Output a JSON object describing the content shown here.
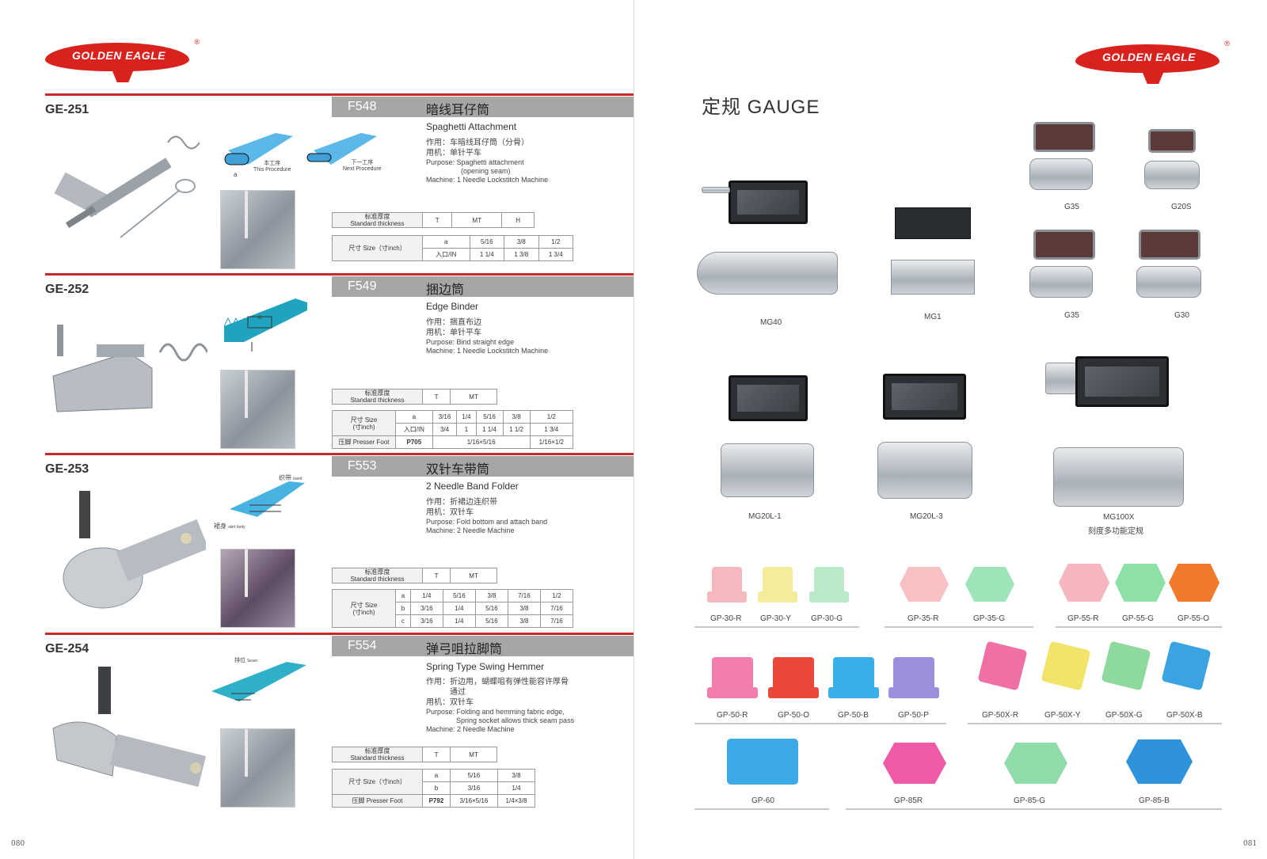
{
  "brand": {
    "name": "GOLDEN EAGLE",
    "reg": "®",
    "color": "#d9221e"
  },
  "left_page": {
    "page_number": "080",
    "sections": [
      {
        "code": "GE-251",
        "fno": "F548",
        "cn_name": "暗线耳仔筒",
        "en_name": "Spaghetti Attachment",
        "lines": [
          "作用：车暗线耳仔筒（分骨）",
          "用机：单针平车"
        ],
        "purpose": "Purpose: Spaghetti attachment",
        "purpose2": "(opening seam)",
        "machine": "Machine: 1 Needle Lockstitch Machine",
        "diag_label1_cn": "本工序",
        "diag_label1_en": "This Procedure",
        "diag_label2_cn": "下一工序",
        "diag_label2_en": "Next Procedure",
        "diag_a": "a",
        "thick_label_cn": "标准厚度",
        "thick_label_en": "Standard thickness",
        "thick_cols": [
          "T",
          "MT",
          "H"
        ],
        "size_label": "尺寸 Size（寸inch）",
        "size_rows": [
          {
            "k": "a",
            "v": [
              "5/16",
              "3/8",
              "1/2"
            ]
          },
          {
            "k": "入口/IN",
            "v": [
              "1 1/4",
              "1 3/8",
              "1 3/4"
            ]
          }
        ]
      },
      {
        "code": "GE-252",
        "fno": "F549",
        "cn_name": "捆边筒",
        "en_name": "Edge Binder",
        "lines": [
          "作用：捆直布边",
          "用机：单针平车"
        ],
        "purpose": "Purpose: Bind straight edge",
        "machine": "Machine: 1 Needle Lockstitch Machine",
        "diag_a": "a",
        "thick_label_cn": "标准厚度",
        "thick_label_en": "Standard thickness",
        "thick_cols": [
          "T",
          "MT"
        ],
        "size_label_cn": "尺寸 Size",
        "size_label_en": "(寸inch)",
        "size_rows": [
          {
            "k": "a",
            "v": [
              "3/16",
              "1/4",
              "5/16",
              "3/8",
              "1/2"
            ]
          },
          {
            "k": "入口/IN",
            "v": [
              "3/4",
              "1",
              "1 1/4",
              "1 1/2",
              "1 3/4"
            ]
          }
        ],
        "foot_label": "压脚 Presser Foot",
        "foot_code": "P705",
        "foot_v1": "1/16×5/16",
        "foot_v2": "1/16×1/2"
      },
      {
        "code": "GE-253",
        "fno": "F553",
        "cn_name": "双针车带筒",
        "en_name": "2 Needle Band Folder",
        "lines": [
          "作用：折裙边连织带",
          "用机：双针车"
        ],
        "purpose": "Purpose: Fold bottom and attach band",
        "machine": "Machine: 2 Needle Machine",
        "diag_label1_cn": "织带",
        "diag_label1_en": "band",
        "diag_label2_cn": "裙身",
        "diag_label2_en": "skirt body",
        "thick_label_cn": "标准厚度",
        "thick_label_en": "Standard thickness",
        "thick_cols": [
          "T",
          "MT"
        ],
        "size_label_cn": "尺寸 Size",
        "size_label_en": "(寸inch)",
        "size_rows": [
          {
            "k": "a",
            "v": [
              "1/4",
              "5/16",
              "3/8",
              "7/16",
              "1/2"
            ]
          },
          {
            "k": "b",
            "v": [
              "3/16",
              "1/4",
              "5/16",
              "3/8",
              "7/16"
            ]
          },
          {
            "k": "c",
            "v": [
              "3/16",
              "1/4",
              "5/16",
              "3/8",
              "7/16"
            ]
          }
        ]
      },
      {
        "code": "GE-254",
        "fno": "F554",
        "cn_name": "弹弓咀拉脚筒",
        "en_name": "Spring Type Swing Hemmer",
        "lines": [
          "作用：折边用，蝴蝶咀有弹性能容许厚骨",
          "通过",
          "用机：双针车"
        ],
        "purpose": "Purpose: Folding and hemming fabric edge,",
        "purpose2": "Spring socket allows thick seam pass",
        "machine": "Machine: 2 Needle Machine",
        "diag_label1_cn": "排位",
        "diag_label1_en": "Seam",
        "thick_label_cn": "标准厚度",
        "thick_label_en": "Standard thickness",
        "thick_cols": [
          "T",
          "MT"
        ],
        "size_label": "尺寸 Size（寸inch）",
        "size_rows": [
          {
            "k": "a",
            "v": [
              "5/16",
              "3/8"
            ]
          },
          {
            "k": "b",
            "v": [
              "3/16",
              "1/4"
            ]
          }
        ],
        "foot_label": "压脚 Presser Foot",
        "foot_code": "P792",
        "foot_v1": "3/16×5/16",
        "foot_v2": "1/4×3/8"
      }
    ]
  },
  "right_page": {
    "page_number": "081",
    "title": "定规 GAUGE",
    "gauges": {
      "mg40": "MG40",
      "mg1": "MG1",
      "g35a": "G35",
      "g20s": "G20S",
      "g35b": "G35",
      "g30": "G30",
      "mg20l1": "MG20L-1",
      "mg20l3": "MG20L-3",
      "mg100x": "MG100X",
      "mg100x_cn": "刻度多功能定规"
    },
    "tabs_row1": [
      {
        "label": "GP-30-R",
        "color": "#f5b8be"
      },
      {
        "label": "GP-30-Y",
        "color": "#f3ec9a"
      },
      {
        "label": "GP-30-G",
        "color": "#b9e9c9"
      },
      {
        "label": "GP-35-R",
        "color": "#f7c1c4"
      },
      {
        "label": "GP-35-G",
        "color": "#9fe3b8"
      },
      {
        "label": "GP-55-R",
        "color": "#f6b6bd"
      },
      {
        "label": "GP-55-G",
        "color": "#8fdfa8"
      },
      {
        "label": "GP-55-O",
        "color": "#f07a2c"
      }
    ],
    "tabs_row2": [
      {
        "label": "GP-50-R",
        "color": "#f47db0"
      },
      {
        "label": "GP-50-O",
        "color": "#e9483b"
      },
      {
        "label": "GP-50-B",
        "color": "#3aaee6"
      },
      {
        "label": "GP-50-P",
        "color": "#9a90dc"
      },
      {
        "label": "GP-50X-R",
        "color": "#f070a6"
      },
      {
        "label": "GP-50X-Y",
        "color": "#f2e36a"
      },
      {
        "label": "GP-50X-G",
        "color": "#8ed99e"
      },
      {
        "label": "GP-50X-B",
        "color": "#3ca3e3"
      }
    ],
    "tabs_row3": [
      {
        "label": "GP-60",
        "color": "#3aa9e5"
      },
      {
        "label": "GP-85R",
        "color": "#ef5aa6"
      },
      {
        "label": "GP-85-G",
        "color": "#8fdcaa"
      },
      {
        "label": "GP-85-B",
        "color": "#2f93dc"
      }
    ]
  }
}
